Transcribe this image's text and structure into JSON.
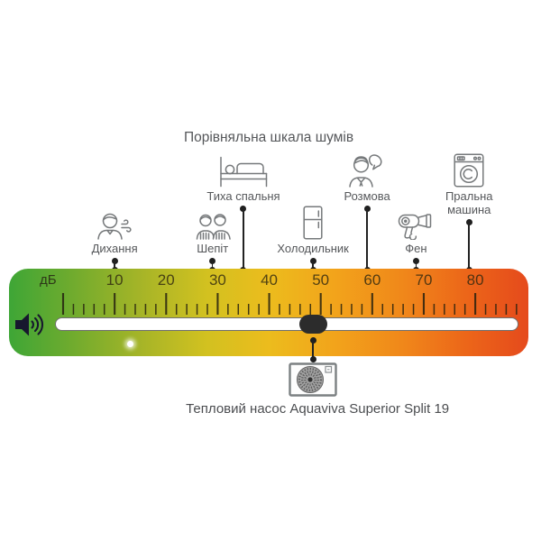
{
  "chart_data": {
    "type": "linear-gauge",
    "title": "Порівняльна шкала шумів",
    "unit_label": "дБ",
    "axis": {
      "min": 0,
      "max": 88,
      "major_tick_interval": 10,
      "minor_tick_interval": 2,
      "tick_labels": [
        10,
        20,
        30,
        40,
        50,
        60,
        70,
        80
      ]
    },
    "gradient": [
      "#3ea636",
      "#a8b527",
      "#ecbc1d",
      "#f2a31b",
      "#e54a1c"
    ],
    "markers": [
      {
        "label": "Дихання",
        "value_db": 10,
        "row": "bottom",
        "icon": "breathing-icon"
      },
      {
        "label": "Шепіт",
        "value_db": 29,
        "row": "bottom",
        "icon": "whisper-icon"
      },
      {
        "label": "Тиха спальня",
        "value_db": 35,
        "row": "top",
        "icon": "bed-icon"
      },
      {
        "label": "Холодильник",
        "value_db": 48.5,
        "row": "bottom",
        "icon": "refrigerator-icon"
      },
      {
        "label": "Розмова",
        "value_db": 59,
        "row": "top",
        "icon": "conversation-icon"
      },
      {
        "label": "Фен",
        "value_db": 68.5,
        "row": "bottom",
        "icon": "hairdryer-icon"
      },
      {
        "label": "Пральна машина",
        "value_db": 78.8,
        "row": "top",
        "icon": "washing-machine-icon"
      }
    ],
    "pointer": {
      "value_db": 48.5,
      "label": "Тепловий насос Aquaviva Superior Split 19",
      "icon": "heat-pump-icon"
    }
  },
  "colors": {
    "handle": "#2c2c2c",
    "speaker": "#17172e",
    "icon_stroke": "#76797b",
    "text": "#55575a"
  }
}
